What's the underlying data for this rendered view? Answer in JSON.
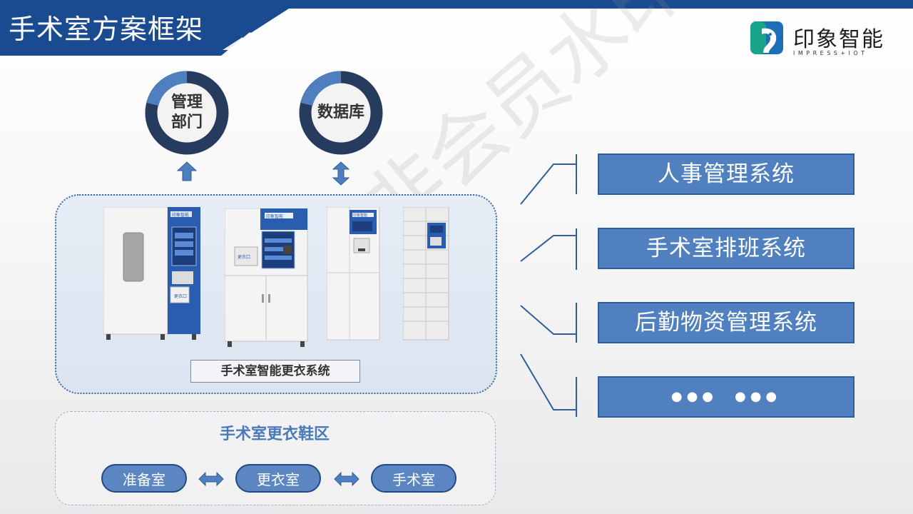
{
  "header": {
    "title": "手术室方案框架"
  },
  "brand": {
    "name": "印象智能",
    "subtitle": "IMPRESS+IOT"
  },
  "nodes": {
    "management": "管理\n部门",
    "database": "数据库"
  },
  "cabinets": {
    "small_screen_label": "更衣口",
    "logo_label": "印象智能"
  },
  "panel_caption": "手术室智能更衣系统",
  "zone": {
    "title": "手术室更衣鞋区",
    "rooms": [
      "准备室",
      "更衣室",
      "手术室"
    ]
  },
  "systems": [
    "人事管理系统",
    "手术室排班系统",
    "后勤物资管理系统",
    "●●●　●●●"
  ],
  "watermark": "非会员水印",
  "colors": {
    "navy": "#1a4a8f",
    "accent": "#5080bf",
    "ring_dark": "#263b5e",
    "ring_light": "#4f7fbf"
  }
}
